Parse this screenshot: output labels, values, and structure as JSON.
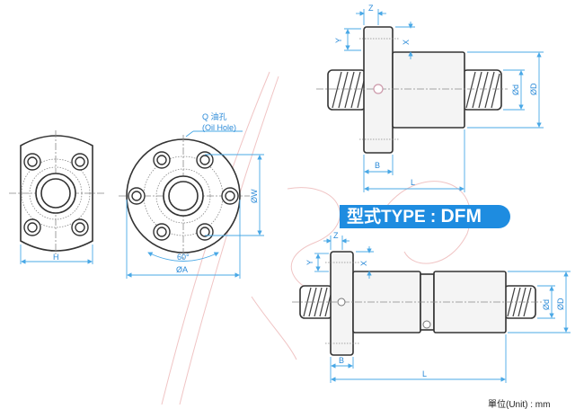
{
  "labels": {
    "z": "Z",
    "y": "Y",
    "x": "X",
    "b": "B",
    "l": "L",
    "phi_d": "Ød",
    "phi_D": "ØD",
    "h": "H",
    "phi_w": "ØW",
    "phi_a": "ØA",
    "angle": "60°",
    "oil_hole_cn": "Q 油孔",
    "oil_hole_en": "(Oil Hole)"
  },
  "banner": {
    "prefix": "型式TYPE : ",
    "type": "DFM"
  },
  "unit": "單位(Unit) : mm",
  "colors": {
    "accent": "#1e8ce0",
    "dimension": "#49a8e6"
  }
}
